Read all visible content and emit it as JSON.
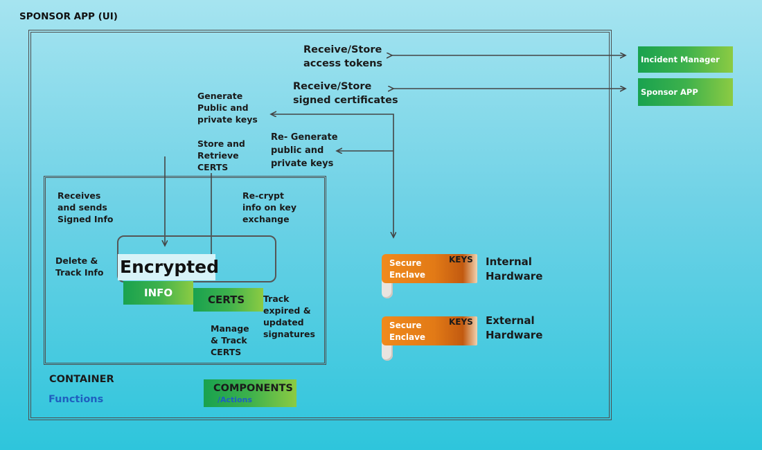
{
  "title": "SPONSOR APP (UI)",
  "external_apps": {
    "incident_manager": "Incident Manager App",
    "sponsor_app": "Sponsor APP"
  },
  "flows": {
    "access_tokens": "Receive/Store\naccess tokens",
    "signed_certs": "Receive/Store\nsigned certificates",
    "generate_keys": "Generate\nPublic and\nprivate keys",
    "regenerate_keys": "Re- Generate\npublic and\nprivate keys",
    "store_certs": "Store and\nRetrieve\nCERTS"
  },
  "container": {
    "receives_sends": "Receives\nand  sends\nSigned Info",
    "recrypt": "Re-crypt\ninfo on key\nexchange",
    "delete_track": "Delete &\nTrack Info",
    "encrypted": "Encrypted",
    "info": "INFO",
    "certs": "CERTS",
    "track_expired": "Track\nexpired &\nupdated\nsignatures",
    "manage_certs": "Manage\n& Track\nCERTS"
  },
  "hardware": {
    "internal": {
      "enclave": "Secure\nEnclave",
      "keys": "KEYS",
      "label": "Internal\nHardware"
    },
    "external": {
      "enclave": "Secure\nEnclave",
      "keys": "KEYS",
      "label": "External\nHardware"
    }
  },
  "legend": {
    "container": "CONTAINER",
    "functions": "Functions",
    "components": "COMPONENTS",
    "actions": "/Actions"
  },
  "colors": {
    "functions_blue": "#1f5fbf",
    "green_start": "#19a24f",
    "green_end": "#8ccb43",
    "orange": "#e27a16",
    "frame": "#4d4d4d"
  }
}
